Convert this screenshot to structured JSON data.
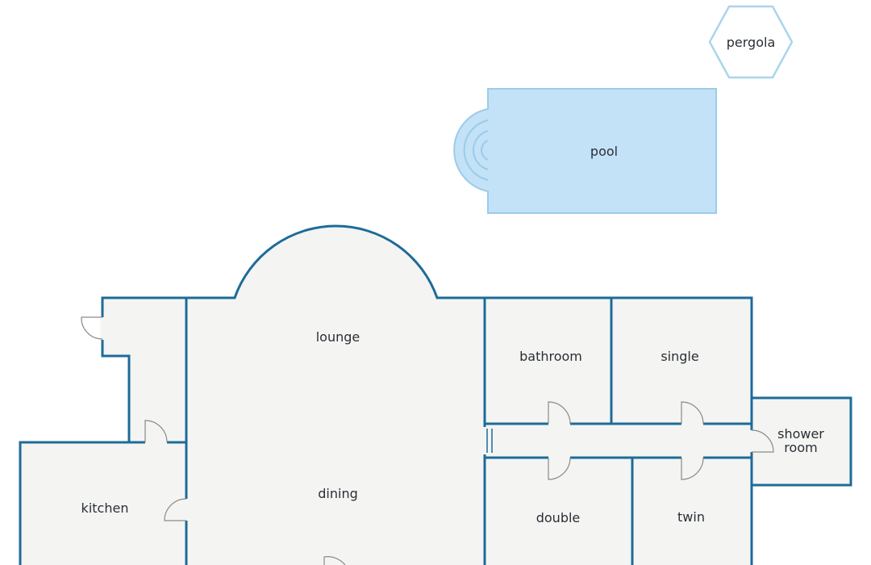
{
  "rooms": {
    "pergola": "pergola",
    "pool": "pool",
    "lounge": "lounge",
    "dining": "dining",
    "kitchen": "kitchen",
    "bathroom": "bathroom",
    "single": "single",
    "shower_line1": "shower",
    "shower_line2": "room",
    "double": "double",
    "twin": "twin"
  },
  "colors": {
    "wall": "#1d6b99",
    "floor": "#f4f4f2",
    "pool_fill": "#c3e2f7",
    "pool_stroke": "#9ccbe9",
    "pergola_stroke": "#a9d5ec"
  }
}
